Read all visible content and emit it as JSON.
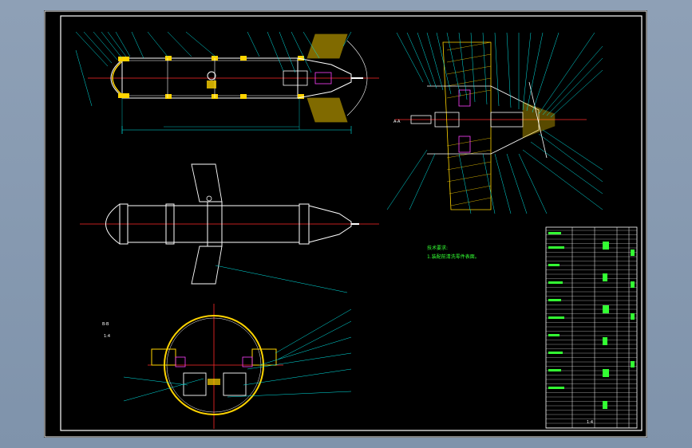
{
  "colors": {
    "background_window": "#8a9bb0",
    "sheet": "#000000",
    "frame": "#ffffff",
    "centerline": "#ff2a2a",
    "leader": "#00e5e5",
    "hatch": "#ffd400",
    "text_green": "#33ff33",
    "magenta": "#ff40ff"
  },
  "notes": {
    "tech_title": "技术要求:",
    "tech_line1": "1.装配前清洗零件表面。"
  },
  "section_marks": {
    "a": "A-A",
    "b": "B-B",
    "c": "1:4"
  },
  "title_block": {
    "scale": "1:4"
  }
}
